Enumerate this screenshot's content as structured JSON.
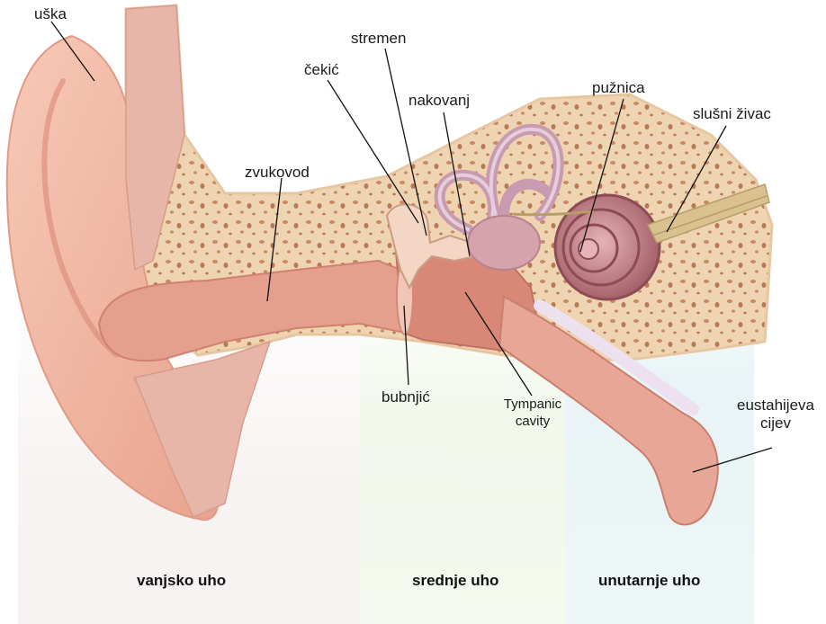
{
  "labels": {
    "auricle": "uška",
    "ear_canal": "zvukovod",
    "hammer": "čekić",
    "stirrup": "stremen",
    "anvil": "nakovanj",
    "cochlea": "pužnica",
    "auditory_nerve": "slušni živac",
    "eardrum": "bubnjić",
    "tympanic_cavity_line1": "Tympanic",
    "tympanic_cavity_line2": "cavity",
    "eustachian_line1": "eustahijeva",
    "eustachian_line2": "cijev"
  },
  "zones": {
    "outer": "vanjsko uho",
    "middle": "srednje uho",
    "inner": "unutarnje uho"
  },
  "colors": {
    "skin": "#f2b8a4",
    "skin_shadow": "#e39a86",
    "bone": "#f0d6b4",
    "bone_spots": "#c98a63",
    "canal": "#e49b8a",
    "cochlea": "#c9868d",
    "nerve": "#d8c08e"
  }
}
